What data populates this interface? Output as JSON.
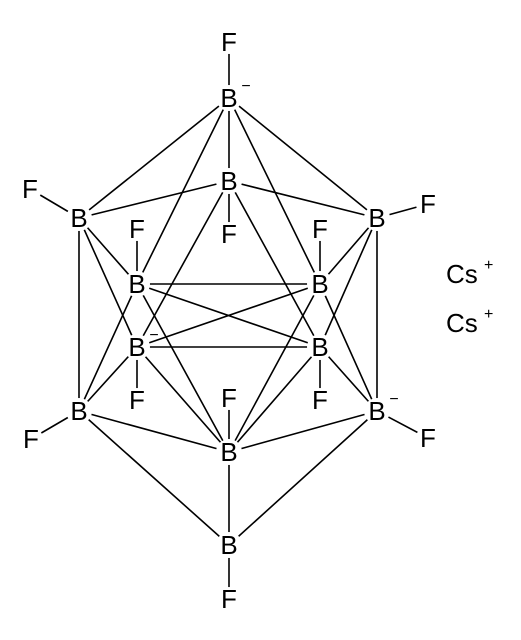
{
  "structure": {
    "boron_label": "B",
    "fluorine_label": "F",
    "boron_count": 12,
    "fluorine_count": 12,
    "charges": {
      "top_boron": "−",
      "right_lower_boron": "−",
      "left_middle_back_boron": "−"
    },
    "counterions": [
      {
        "symbol": "Cs",
        "charge": "+"
      },
      {
        "symbol": "Cs",
        "charge": "+"
      }
    ]
  }
}
